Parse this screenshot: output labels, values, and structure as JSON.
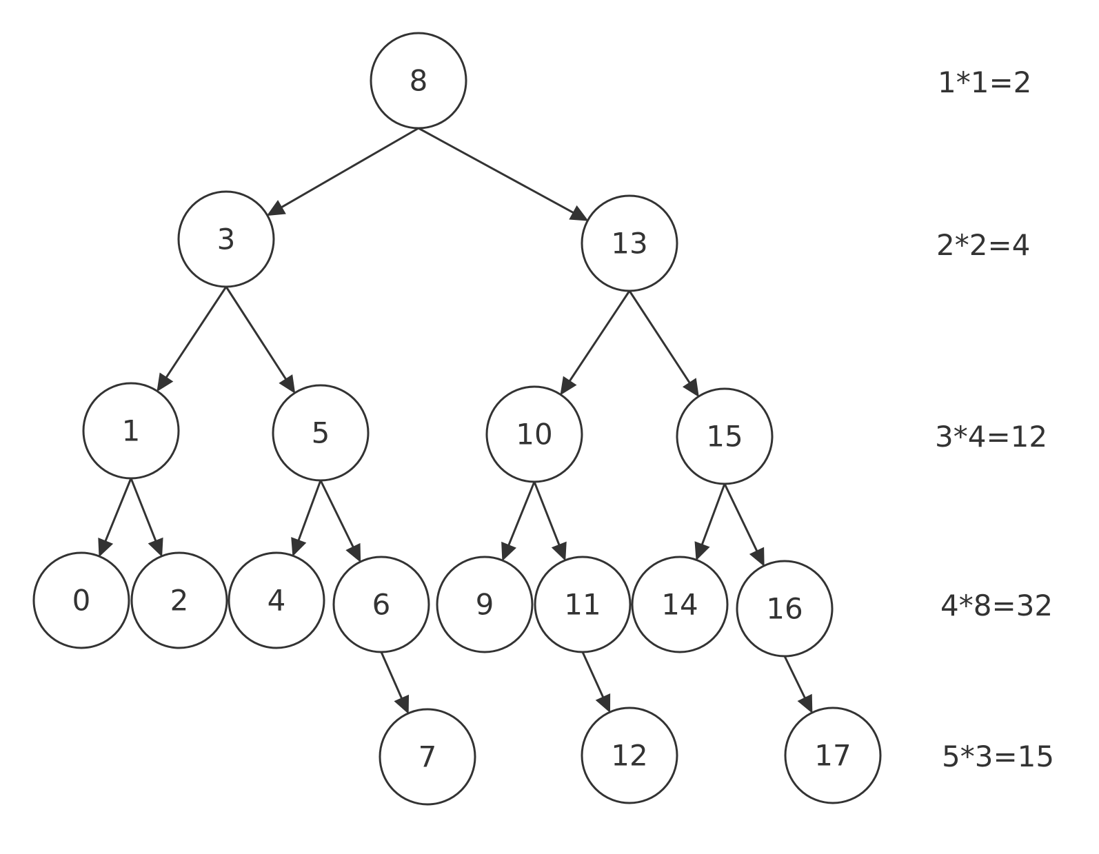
{
  "tree": {
    "nodes": [
      {
        "id": "n8",
        "label": "8"
      },
      {
        "id": "n3",
        "label": "3"
      },
      {
        "id": "n13",
        "label": "13"
      },
      {
        "id": "n1",
        "label": "1"
      },
      {
        "id": "n5",
        "label": "5"
      },
      {
        "id": "n10",
        "label": "10"
      },
      {
        "id": "n15",
        "label": "15"
      },
      {
        "id": "n0",
        "label": "0"
      },
      {
        "id": "n2",
        "label": "2"
      },
      {
        "id": "n4",
        "label": "4"
      },
      {
        "id": "n6",
        "label": "6"
      },
      {
        "id": "n9",
        "label": "9"
      },
      {
        "id": "n11",
        "label": "11"
      },
      {
        "id": "n14",
        "label": "14"
      },
      {
        "id": "n16",
        "label": "16"
      },
      {
        "id": "n7",
        "label": "7"
      },
      {
        "id": "n12",
        "label": "12"
      },
      {
        "id": "n17",
        "label": "17"
      }
    ],
    "edges": [
      {
        "from": "n8",
        "to": "n3"
      },
      {
        "from": "n8",
        "to": "n13"
      },
      {
        "from": "n3",
        "to": "n1"
      },
      {
        "from": "n3",
        "to": "n5"
      },
      {
        "from": "n13",
        "to": "n10"
      },
      {
        "from": "n13",
        "to": "n15"
      },
      {
        "from": "n1",
        "to": "n0"
      },
      {
        "from": "n1",
        "to": "n2"
      },
      {
        "from": "n5",
        "to": "n4"
      },
      {
        "from": "n5",
        "to": "n6"
      },
      {
        "from": "n10",
        "to": "n9"
      },
      {
        "from": "n10",
        "to": "n11"
      },
      {
        "from": "n15",
        "to": "n14"
      },
      {
        "from": "n15",
        "to": "n16"
      },
      {
        "from": "n6",
        "to": "n7"
      },
      {
        "from": "n11",
        "to": "n12"
      },
      {
        "from": "n16",
        "to": "n17"
      }
    ]
  },
  "level_labels": [
    "1*1=2",
    "2*2=4",
    "3*4=12",
    "4*8=32",
    "5*3=15"
  ]
}
